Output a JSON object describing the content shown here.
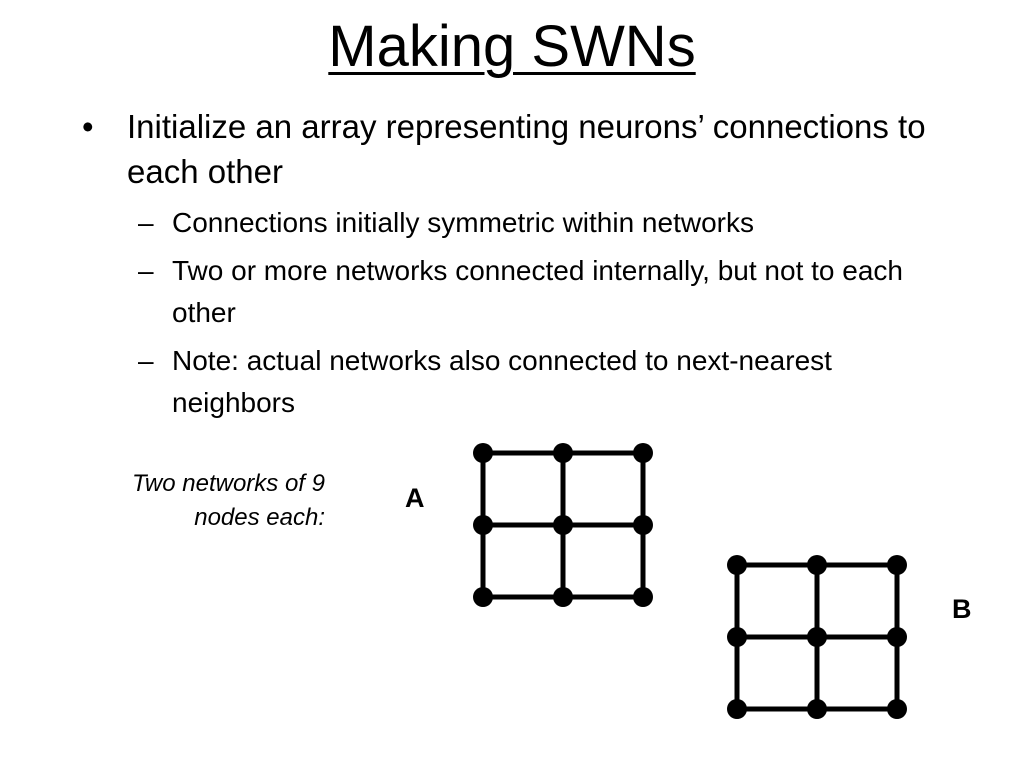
{
  "slide": {
    "title": "Making SWNs",
    "bullets": [
      {
        "text": "Initialize an array representing neurons’ connections to each other",
        "sub": [
          "Connections initially symmetric within networks",
          "Two or more networks connected internally, but not to each other",
          "Note: actual networks also connected to next-nearest neighbors"
        ]
      }
    ],
    "bullet_marker": "•",
    "sub_marker": "–",
    "caption": "Two networks of 9 nodes each:",
    "networks": [
      {
        "label": "A",
        "rows": 3,
        "cols": 3,
        "nodes": 9
      },
      {
        "label": "B",
        "rows": 3,
        "cols": 3,
        "nodes": 9
      }
    ],
    "colors": {
      "background": "#ffffff",
      "text": "#000000",
      "graph": "#000000"
    }
  }
}
